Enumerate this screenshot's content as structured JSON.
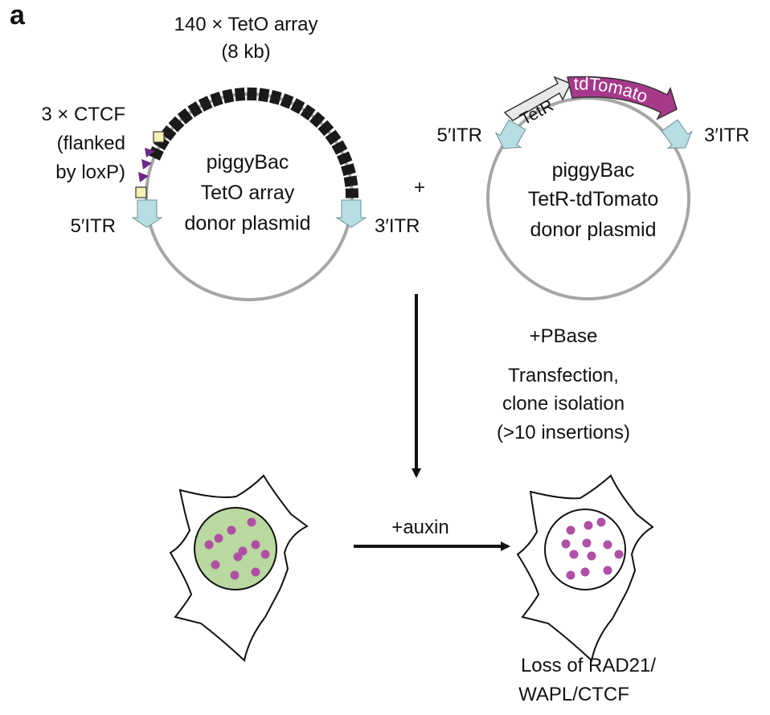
{
  "panel_label": "a",
  "plasmid_left": {
    "array_title": "140 × TetO array",
    "array_size": "(8 kb)",
    "ctcf_lines": [
      "3 × CTCF",
      "(flanked",
      "by loxP)"
    ],
    "name_lines": [
      "piggyBac",
      "TetO array",
      "donor plasmid"
    ],
    "itr_left": "5′ITR",
    "itr_right": "3′ITR"
  },
  "plus": "+",
  "plasmid_right": {
    "gene_1": "TetR",
    "gene_2": "tdTomato",
    "name_lines": [
      "piggyBac",
      "TetR-tdTomato",
      "donor plasmid"
    ],
    "itr_left": "5′ITR",
    "itr_right": "3′ITR"
  },
  "step_1": {
    "pbase": "+PBase",
    "lines": [
      "Transfection,",
      "clone isolation",
      "(>10 insertions)"
    ]
  },
  "step_2": {
    "treatment": "+auxin"
  },
  "result_lines": [
    "Loss of RAD21/",
    "WAPL/CTCF"
  ],
  "colors": {
    "plasmid_ring": "#a6a6a6",
    "teto_block": "#1a1a1a",
    "itr_arrow": "#b7dfe3",
    "loxp": "#f7f2b5",
    "ctcf": "#6b2a86",
    "tetr": "#e8e8e8",
    "tdtomato": "#a7398b",
    "nucleus_green": "#b9d9a0",
    "spot": "#b04fa5"
  }
}
